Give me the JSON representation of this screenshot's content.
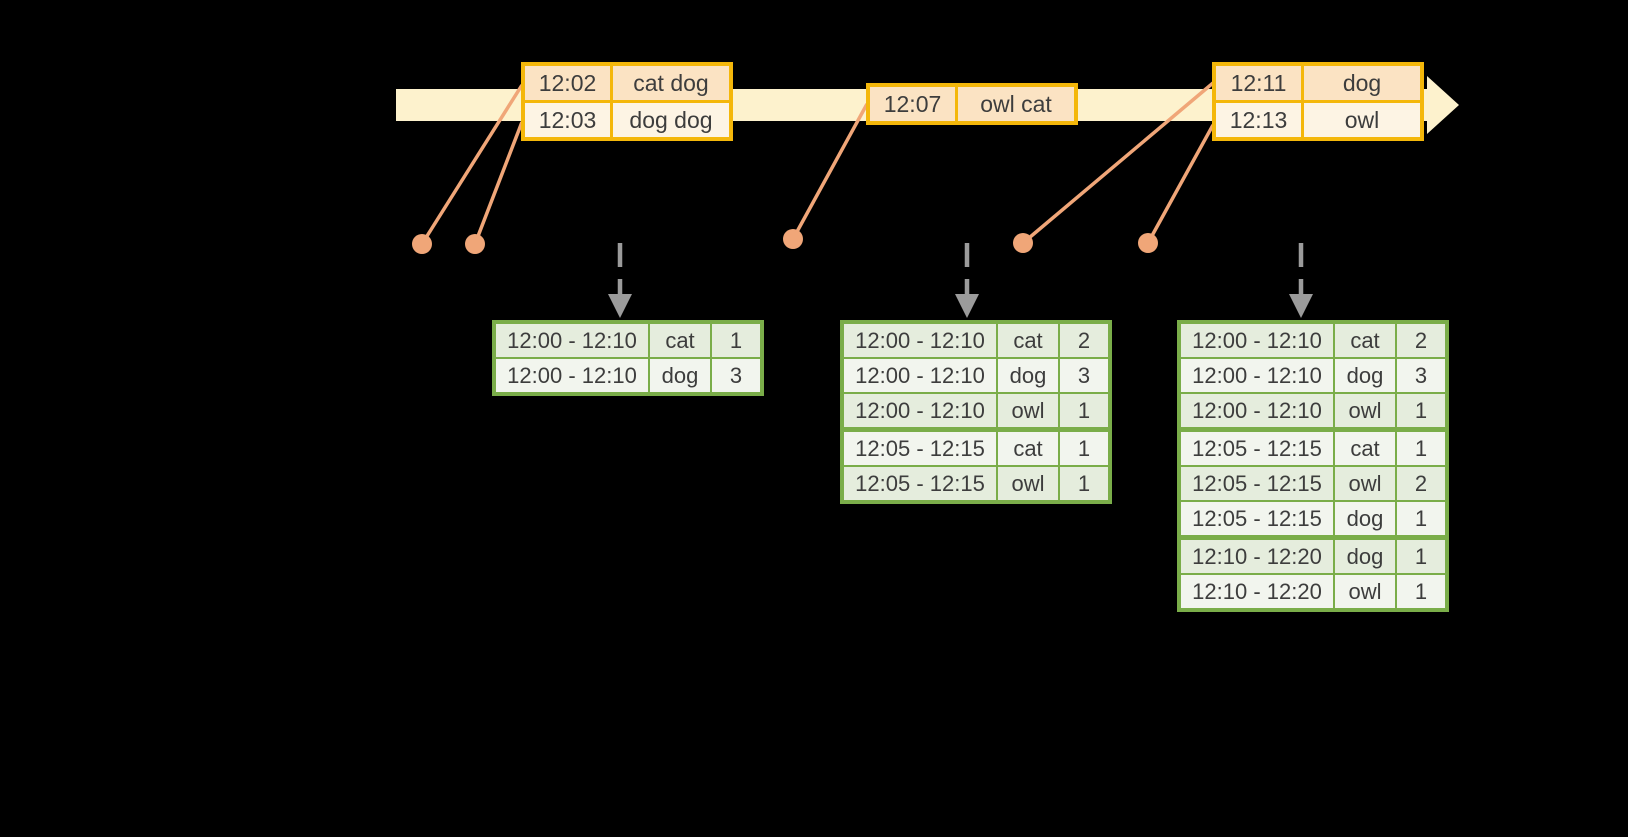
{
  "colors": {
    "background": "#000000",
    "timeline_band": "#fdf2cd",
    "event_box_border": "#f4b70a",
    "event_row_peach": "#fbe3c3",
    "event_row_cream": "#fdf4e4",
    "connector_orange": "#f0a678",
    "trigger_arrow_gray": "#9b9b9b",
    "table_border_green": "#7aad49",
    "table_cell_dark": "#e5eddd",
    "table_cell_light": "#f2f5ee",
    "text": "#3d3d3d"
  },
  "icons": {
    "timeline_arrow": "right-arrow-band",
    "event_marker": "filled-circle",
    "trigger_arrow": "dashed-down-arrow"
  },
  "event_boxes": [
    {
      "id": "event-box-1",
      "rows": [
        {
          "time": "12:02",
          "words": "cat dog"
        },
        {
          "time": "12:03",
          "words": "dog dog"
        }
      ]
    },
    {
      "id": "event-box-2",
      "rows": [
        {
          "time": "12:07",
          "words": "owl cat"
        }
      ]
    },
    {
      "id": "event-box-3",
      "rows": [
        {
          "time": "12:11",
          "words": "dog"
        },
        {
          "time": "12:13",
          "words": "owl"
        }
      ]
    }
  ],
  "result_tables": [
    {
      "id": "result-table-1",
      "group_starts": [
        0
      ],
      "rows": [
        {
          "window": "12:00 - 12:10",
          "word": "cat",
          "count": "1"
        },
        {
          "window": "12:00 - 12:10",
          "word": "dog",
          "count": "3"
        }
      ]
    },
    {
      "id": "result-table-2",
      "group_starts": [
        0,
        3
      ],
      "rows": [
        {
          "window": "12:00 - 12:10",
          "word": "cat",
          "count": "2"
        },
        {
          "window": "12:00 - 12:10",
          "word": "dog",
          "count": "3"
        },
        {
          "window": "12:00 - 12:10",
          "word": "owl",
          "count": "1"
        },
        {
          "window": "12:05 - 12:15",
          "word": "cat",
          "count": "1"
        },
        {
          "window": "12:05 - 12:15",
          "word": "owl",
          "count": "1"
        }
      ]
    },
    {
      "id": "result-table-3",
      "group_starts": [
        0,
        3,
        6
      ],
      "rows": [
        {
          "window": "12:00 - 12:10",
          "word": "cat",
          "count": "2"
        },
        {
          "window": "12:00 - 12:10",
          "word": "dog",
          "count": "3"
        },
        {
          "window": "12:00 - 12:10",
          "word": "owl",
          "count": "1"
        },
        {
          "window": "12:05 - 12:15",
          "word": "cat",
          "count": "1"
        },
        {
          "window": "12:05 - 12:15",
          "word": "owl",
          "count": "2"
        },
        {
          "window": "12:05 - 12:15",
          "word": "dog",
          "count": "1"
        },
        {
          "window": "12:10 - 12:20",
          "word": "dog",
          "count": "1"
        },
        {
          "window": "12:10 - 12:20",
          "word": "owl",
          "count": "1"
        }
      ]
    }
  ]
}
